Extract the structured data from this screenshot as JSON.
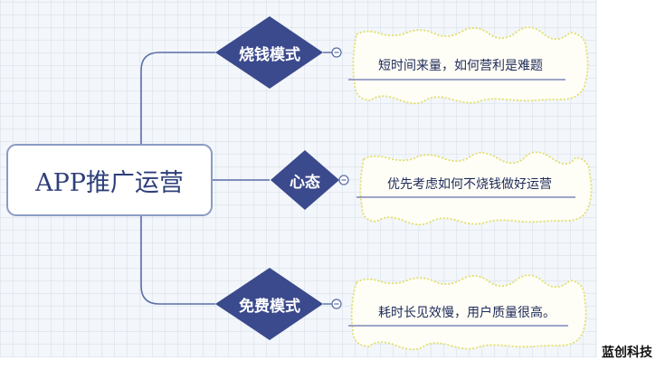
{
  "root": {
    "label": "APP推广运营"
  },
  "branches": [
    {
      "label": "烧钱模式",
      "note": "短时间来量，如何营利是难题"
    },
    {
      "label": "心态",
      "note": "优先考虑如何不烧钱做好运营"
    },
    {
      "label": "免费模式",
      "note": "耗时长见效慢，用户质量很高。"
    }
  ],
  "watermark": "蓝创科技",
  "colors": {
    "diamond": "#3b4a8c",
    "root_border": "#8a9cc4",
    "connector": "#5b6fa8",
    "note_border": "#e2df6a",
    "note_fill": "#fffef6",
    "note_underline": "#7e86b8"
  }
}
